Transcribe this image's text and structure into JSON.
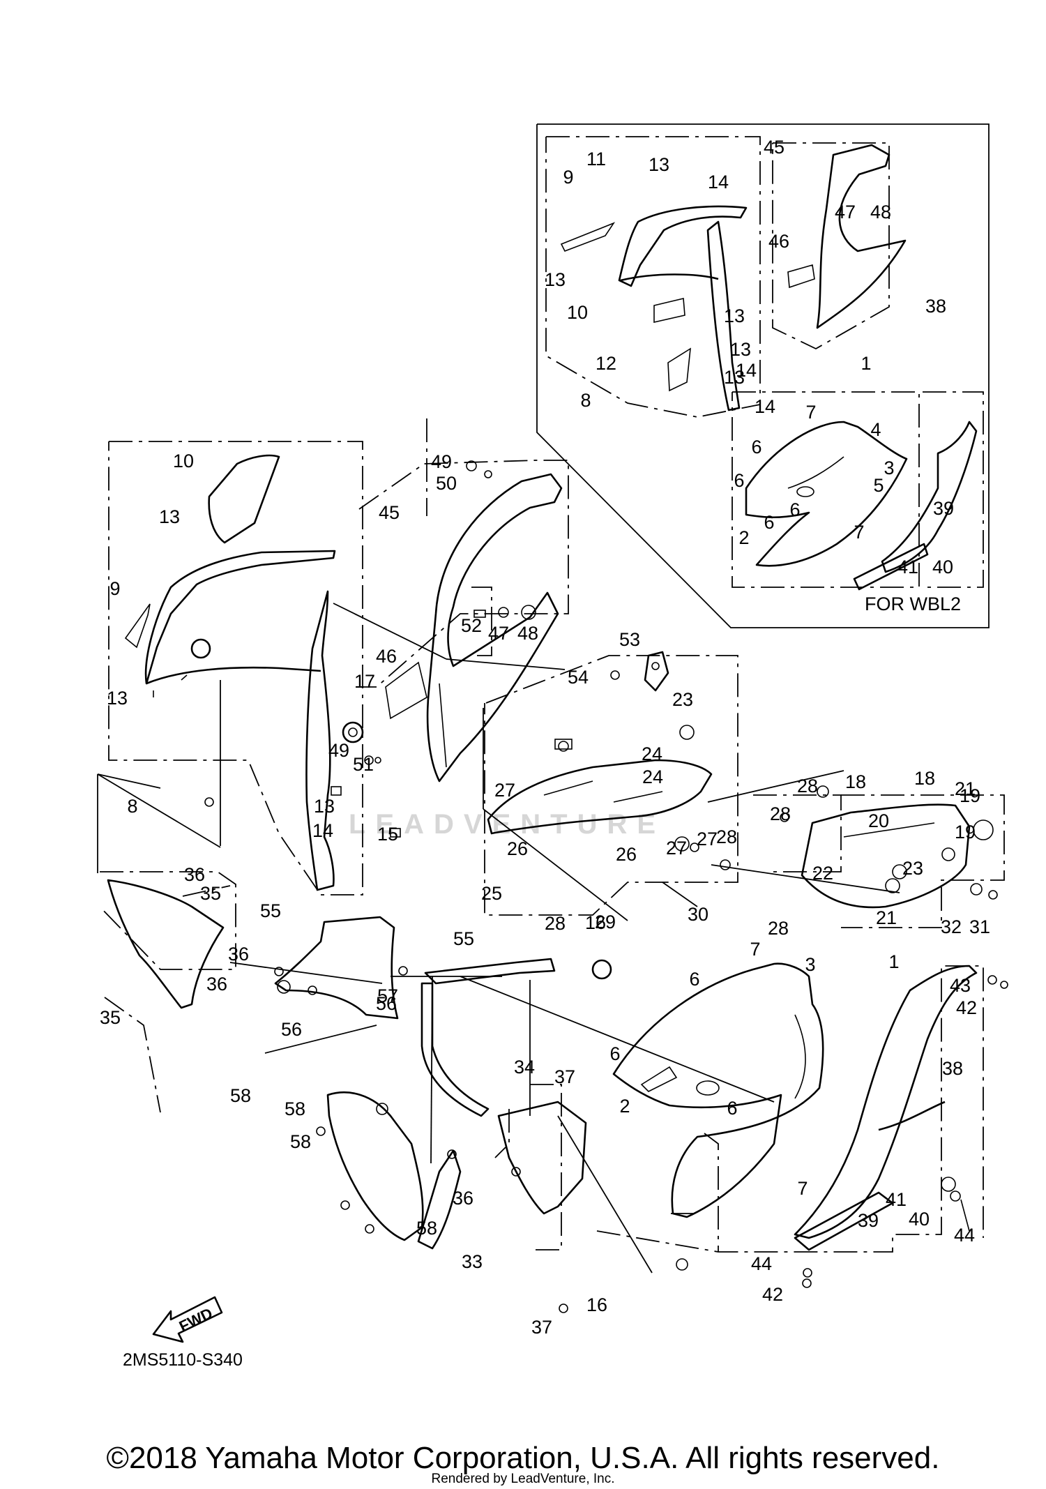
{
  "diagram": {
    "inset_caption": "FOR WBL2",
    "diagram_code": "2MS5110-S340",
    "fwd_label": "FWD",
    "watermark": "LEADVENTURE",
    "callouts": [
      {
        "n": "1"
      },
      {
        "n": "1"
      },
      {
        "n": "2"
      },
      {
        "n": "2"
      },
      {
        "n": "3"
      },
      {
        "n": "3"
      },
      {
        "n": "4"
      },
      {
        "n": "5"
      },
      {
        "n": "6"
      },
      {
        "n": "6"
      },
      {
        "n": "6"
      },
      {
        "n": "6"
      },
      {
        "n": "6"
      },
      {
        "n": "6"
      },
      {
        "n": "6"
      },
      {
        "n": "7"
      },
      {
        "n": "7"
      },
      {
        "n": "7"
      },
      {
        "n": "7"
      },
      {
        "n": "8"
      },
      {
        "n": "8"
      },
      {
        "n": "9"
      },
      {
        "n": "9"
      },
      {
        "n": "10"
      },
      {
        "n": "10"
      },
      {
        "n": "11"
      },
      {
        "n": "12"
      },
      {
        "n": "13"
      },
      {
        "n": "13"
      },
      {
        "n": "13"
      },
      {
        "n": "13"
      },
      {
        "n": "13"
      },
      {
        "n": "13"
      },
      {
        "n": "13"
      },
      {
        "n": "13"
      },
      {
        "n": "14"
      },
      {
        "n": "14"
      },
      {
        "n": "14"
      },
      {
        "n": "14"
      },
      {
        "n": "15"
      },
      {
        "n": "16"
      },
      {
        "n": "16"
      },
      {
        "n": "17"
      },
      {
        "n": "18"
      },
      {
        "n": "18"
      },
      {
        "n": "19"
      },
      {
        "n": "19"
      },
      {
        "n": "20"
      },
      {
        "n": "21"
      },
      {
        "n": "21"
      },
      {
        "n": "22"
      },
      {
        "n": "23"
      },
      {
        "n": "23"
      },
      {
        "n": "24"
      },
      {
        "n": "24"
      },
      {
        "n": "25"
      },
      {
        "n": "26"
      },
      {
        "n": "26"
      },
      {
        "n": "27"
      },
      {
        "n": "27"
      },
      {
        "n": "27"
      },
      {
        "n": "28"
      },
      {
        "n": "28"
      },
      {
        "n": "28"
      },
      {
        "n": "28"
      },
      {
        "n": "28"
      },
      {
        "n": "29"
      },
      {
        "n": "30"
      },
      {
        "n": "31"
      },
      {
        "n": "32"
      },
      {
        "n": "33"
      },
      {
        "n": "34"
      },
      {
        "n": "35"
      },
      {
        "n": "35"
      },
      {
        "n": "36"
      },
      {
        "n": "36"
      },
      {
        "n": "36"
      },
      {
        "n": "36"
      },
      {
        "n": "37"
      },
      {
        "n": "37"
      },
      {
        "n": "38"
      },
      {
        "n": "38"
      },
      {
        "n": "39"
      },
      {
        "n": "39"
      },
      {
        "n": "40"
      },
      {
        "n": "40"
      },
      {
        "n": "41"
      },
      {
        "n": "41"
      },
      {
        "n": "42"
      },
      {
        "n": "42"
      },
      {
        "n": "43"
      },
      {
        "n": "44"
      },
      {
        "n": "44"
      },
      {
        "n": "45"
      },
      {
        "n": "45"
      },
      {
        "n": "46"
      },
      {
        "n": "46"
      },
      {
        "n": "47"
      },
      {
        "n": "47"
      },
      {
        "n": "48"
      },
      {
        "n": "48"
      },
      {
        "n": "49"
      },
      {
        "n": "49"
      },
      {
        "n": "50"
      },
      {
        "n": "51"
      },
      {
        "n": "52"
      },
      {
        "n": "53"
      },
      {
        "n": "54"
      },
      {
        "n": "55"
      },
      {
        "n": "55"
      },
      {
        "n": "56"
      },
      {
        "n": "56"
      },
      {
        "n": "57"
      },
      {
        "n": "58"
      },
      {
        "n": "58"
      },
      {
        "n": "58"
      },
      {
        "n": "58"
      }
    ]
  },
  "footer": {
    "copyright": "©2018 Yamaha Motor Corporation, U.S.A. All rights reserved.",
    "rendered_by": "Rendered by LeadVenture, Inc."
  },
  "colors": {
    "ink": "#000000",
    "background": "#ffffff",
    "watermark": "#d6d6d6"
  }
}
